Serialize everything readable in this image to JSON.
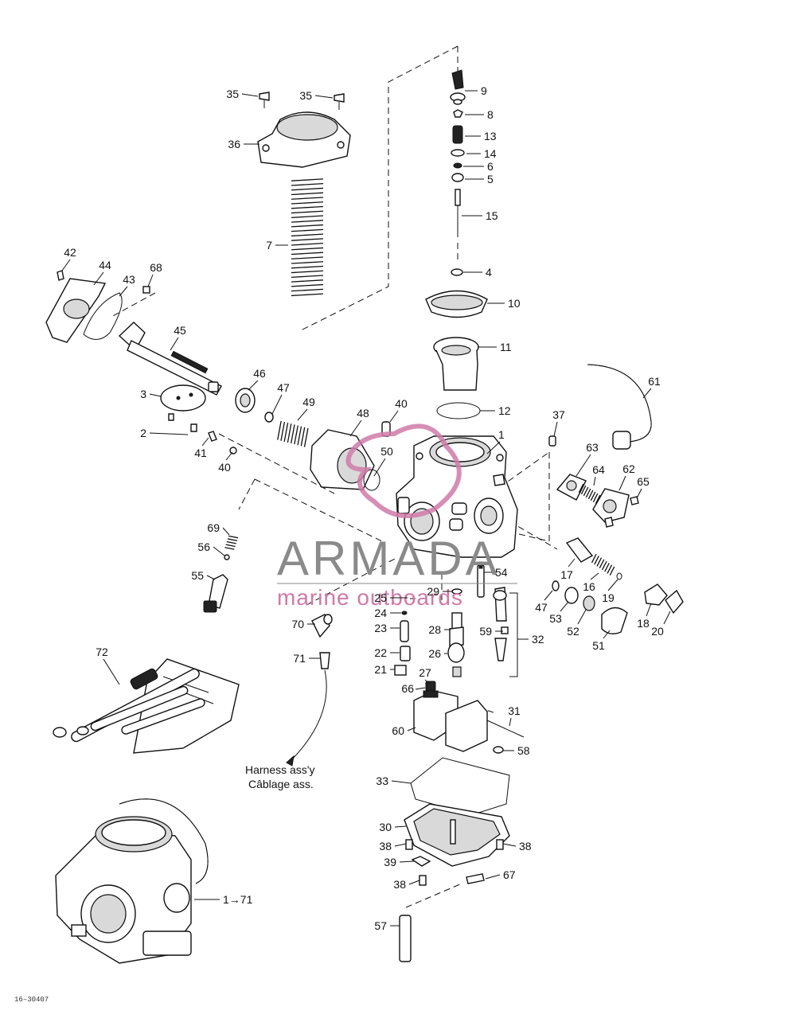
{
  "callouts": [
    {
      "id": "c9",
      "text": "9"
    },
    {
      "id": "c8",
      "text": "8"
    },
    {
      "id": "c13",
      "text": "13"
    },
    {
      "id": "c14",
      "text": "14"
    },
    {
      "id": "c6",
      "text": "6"
    },
    {
      "id": "c5",
      "text": "5"
    },
    {
      "id": "c15",
      "text": "15"
    },
    {
      "id": "c4",
      "text": "4"
    },
    {
      "id": "c10",
      "text": "10"
    },
    {
      "id": "c11",
      "text": "11"
    },
    {
      "id": "c12",
      "text": "12"
    },
    {
      "id": "c1",
      "text": "1"
    },
    {
      "id": "c35a",
      "text": "35"
    },
    {
      "id": "c35b",
      "text": "35"
    },
    {
      "id": "c36",
      "text": "36"
    },
    {
      "id": "c7",
      "text": "7"
    },
    {
      "id": "c42",
      "text": "42"
    },
    {
      "id": "c44",
      "text": "44"
    },
    {
      "id": "c43",
      "text": "43"
    },
    {
      "id": "c68",
      "text": "68"
    },
    {
      "id": "c45",
      "text": "45"
    },
    {
      "id": "c3",
      "text": "3"
    },
    {
      "id": "c2",
      "text": "2"
    },
    {
      "id": "c41",
      "text": "41"
    },
    {
      "id": "c40a",
      "text": "40"
    },
    {
      "id": "c46",
      "text": "46"
    },
    {
      "id": "c47a",
      "text": "47"
    },
    {
      "id": "c49",
      "text": "49"
    },
    {
      "id": "c48",
      "text": "48"
    },
    {
      "id": "c40b",
      "text": "40"
    },
    {
      "id": "c50",
      "text": "50"
    },
    {
      "id": "c37",
      "text": "37"
    },
    {
      "id": "c61",
      "text": "61"
    },
    {
      "id": "c63",
      "text": "63"
    },
    {
      "id": "c64",
      "text": "64"
    },
    {
      "id": "c62",
      "text": "62"
    },
    {
      "id": "c65",
      "text": "65"
    },
    {
      "id": "c69",
      "text": "69"
    },
    {
      "id": "c56",
      "text": "56"
    },
    {
      "id": "c55",
      "text": "55"
    },
    {
      "id": "c54",
      "text": "54"
    },
    {
      "id": "c17",
      "text": "17"
    },
    {
      "id": "c16",
      "text": "16"
    },
    {
      "id": "c19",
      "text": "19"
    },
    {
      "id": "c47b",
      "text": "47"
    },
    {
      "id": "c53",
      "text": "53"
    },
    {
      "id": "c52",
      "text": "52"
    },
    {
      "id": "c51",
      "text": "51"
    },
    {
      "id": "c18",
      "text": "18"
    },
    {
      "id": "c20",
      "text": "20"
    },
    {
      "id": "c25",
      "text": "25"
    },
    {
      "id": "c29",
      "text": "29"
    },
    {
      "id": "c24",
      "text": "24"
    },
    {
      "id": "c23",
      "text": "23"
    },
    {
      "id": "c28",
      "text": "28"
    },
    {
      "id": "c59",
      "text": "59"
    },
    {
      "id": "c32",
      "text": "32"
    },
    {
      "id": "c22",
      "text": "22"
    },
    {
      "id": "c26",
      "text": "26"
    },
    {
      "id": "c21",
      "text": "21"
    },
    {
      "id": "c27",
      "text": "27"
    },
    {
      "id": "c66",
      "text": "66"
    },
    {
      "id": "c70",
      "text": "70"
    },
    {
      "id": "c71",
      "text": "71"
    },
    {
      "id": "c72",
      "text": "72"
    },
    {
      "id": "c60",
      "text": "60"
    },
    {
      "id": "c31",
      "text": "31"
    },
    {
      "id": "c58",
      "text": "58"
    },
    {
      "id": "c33",
      "text": "33"
    },
    {
      "id": "c30",
      "text": "30"
    },
    {
      "id": "c38a",
      "text": "38"
    },
    {
      "id": "c38b",
      "text": "38"
    },
    {
      "id": "c39",
      "text": "39"
    },
    {
      "id": "c67",
      "text": "67"
    },
    {
      "id": "c38c",
      "text": "38"
    },
    {
      "id": "c57",
      "text": "57"
    },
    {
      "id": "c1to71",
      "text": "1→71"
    }
  ],
  "notes": {
    "harness_en": "Harness ass'y",
    "harness_fr": "Câblage ass.",
    "drawing_code": "16–30407"
  },
  "watermark": {
    "brand": "ARMADA",
    "tagline": "marine outboards",
    "brand_color": "#8a8a8a",
    "accent_color": "#cf7aa8"
  }
}
